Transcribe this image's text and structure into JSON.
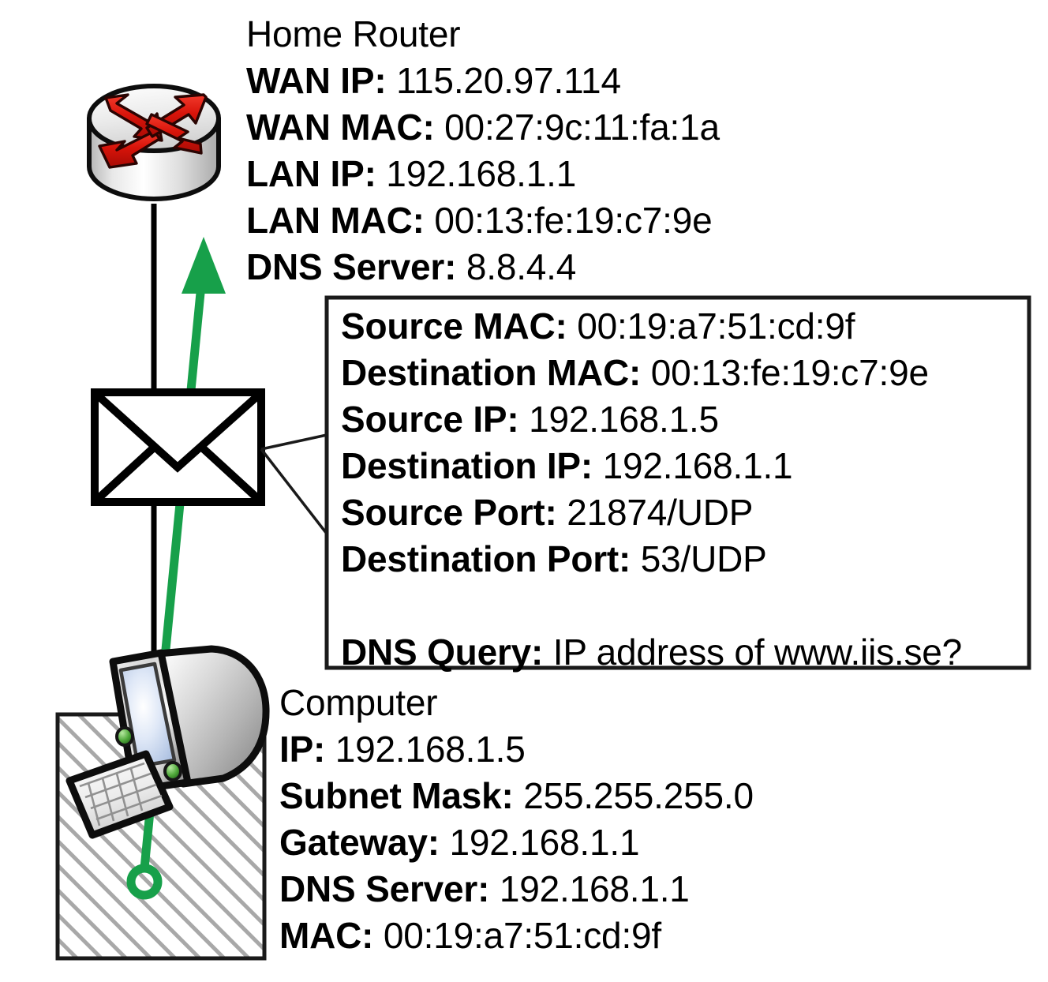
{
  "diagram": {
    "title": "DNS query packet from computer to home router",
    "colors": {
      "arrow_green": "#17a04a",
      "router_arrow_red": "#e01b10",
      "line_black": "#000000",
      "screen_blue": "#c9d8f0",
      "device_gray": "#c8c8c8",
      "hatch_gray": "#9a9a9a"
    }
  },
  "router": {
    "icon": "router-icon",
    "title": "Home Router",
    "fields": [
      {
        "label": "WAN IP:",
        "value": "115.20.97.114"
      },
      {
        "label": "WAN MAC:",
        "value": "00:27:9c:11:fa:1a"
      },
      {
        "label": "LAN IP:",
        "value": "192.168.1.1"
      },
      {
        "label": "LAN MAC:",
        "value": "00:13:fe:19:c7:9e"
      },
      {
        "label": "DNS Server:",
        "value": "8.8.4.4"
      }
    ]
  },
  "packet": {
    "icon": "envelope-icon",
    "fields": [
      {
        "label": "Source MAC:",
        "value": "00:19:a7:51:cd:9f"
      },
      {
        "label": "Destination MAC:",
        "value": "00:13:fe:19:c7:9e"
      },
      {
        "label": "Source IP:",
        "value": "192.168.1.5"
      },
      {
        "label": "Destination IP:",
        "value": "192.168.1.1"
      },
      {
        "label": "Source Port:",
        "value": "21874/UDP"
      },
      {
        "label": "Destination Port:",
        "value": "53/UDP"
      }
    ],
    "query": {
      "label": "DNS Query:",
      "value": "IP address of www.iis.se?"
    }
  },
  "computer": {
    "icon": "desktop-computer-icon",
    "title": "Computer",
    "fields": [
      {
        "label": "IP:",
        "value": "192.168.1.5"
      },
      {
        "label": "Subnet Mask:",
        "value": "255.255.255.0"
      },
      {
        "label": "Gateway:",
        "value": "192.168.1.1"
      },
      {
        "label": "DNS Server:",
        "value": "192.168.1.1"
      },
      {
        "label": "MAC:",
        "value": "00:19:a7:51:cd:9f"
      }
    ]
  }
}
